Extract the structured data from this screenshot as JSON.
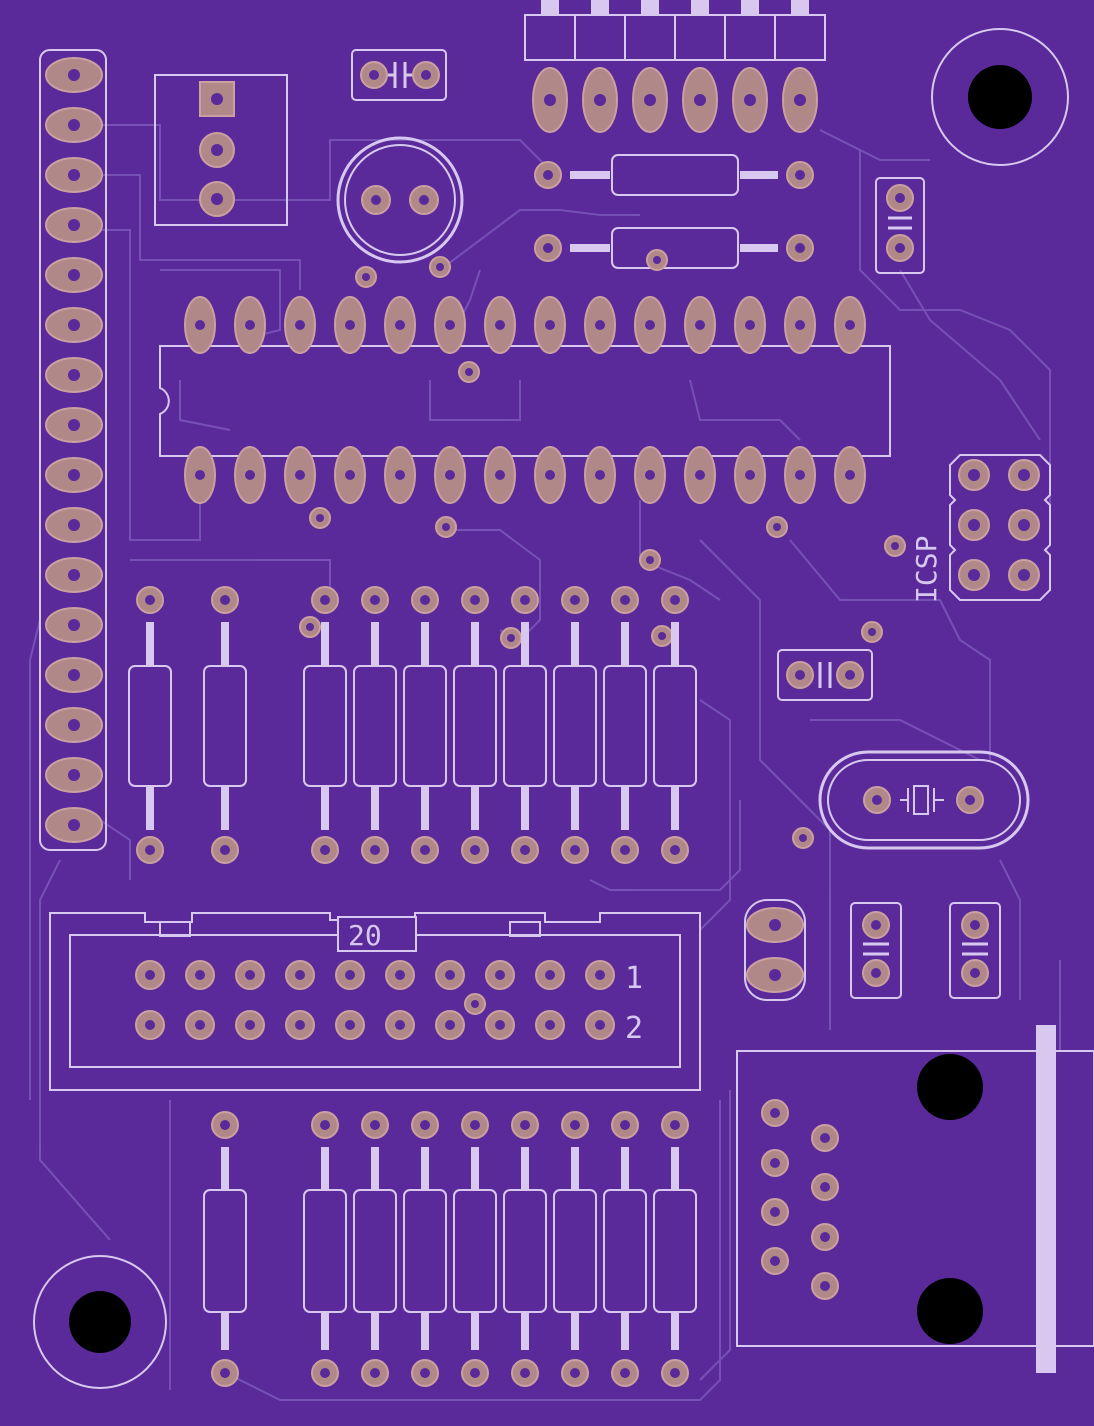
{
  "colors": {
    "board": "#5a2a9a",
    "trace": "#7a55b8",
    "silk": "#d8c8f0",
    "copper": "#b08888",
    "copper_edge": "#caa0a0",
    "hole": "#000000"
  },
  "labels": {
    "idc_pin_count": "20",
    "idc_row1": "1",
    "idc_row2": "2",
    "icsp": "ICSP"
  }
}
